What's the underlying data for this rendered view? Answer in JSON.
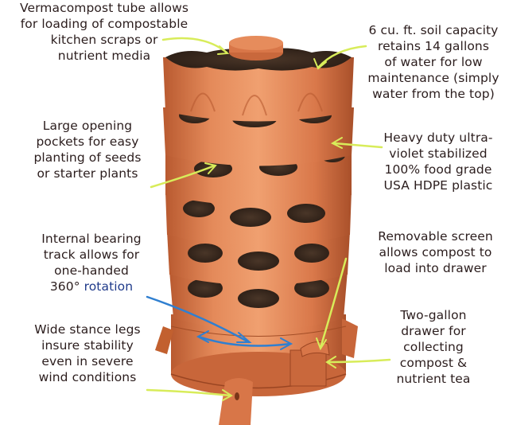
{
  "image": {
    "subject": "Vertical rotating composting garden tower with annotated features",
    "colors": {
      "plastic": "#d9784a",
      "plastic_dark": "#b85a30",
      "plastic_light": "#ee9a6c",
      "soil": "#3a2a20",
      "text": "#2b1d1d",
      "rotation_text": "#1f3a8a",
      "arrow_yellow": "#d8ec5a",
      "arrow_blue": "#2f7fd0"
    }
  },
  "callouts": {
    "vermicompost": {
      "lines": [
        "Vermacompost tube allows",
        "for loading of compostable",
        "kitchen scraps or",
        "nutrient media"
      ]
    },
    "soil_capacity": {
      "lines": [
        "6 cu. ft. soil capacity",
        "retains 14 gallons",
        "of water for low",
        "maintenance (simply",
        "water from the top)"
      ]
    },
    "pockets": {
      "lines": [
        "Large opening",
        "pockets for easy",
        "planting of seeds",
        "or starter plants"
      ]
    },
    "plastic": {
      "lines": [
        "Heavy duty ultra-",
        "violet stabilized",
        "100% food grade",
        "USA HDPE plastic"
      ]
    },
    "bearing": {
      "lines": [
        "Internal bearing",
        "track allows for",
        "one-handed"
      ],
      "last_prefix": "360°",
      "last_highlight": "rotation"
    },
    "screen": {
      "lines": [
        "Removable screen",
        "allows compost to",
        "load into drawer"
      ]
    },
    "legs": {
      "lines": [
        "Wide stance legs",
        "insure stability",
        "even in severe",
        "wind conditions"
      ]
    },
    "drawer": {
      "lines": [
        "Two-gallon",
        "drawer for",
        "collecting",
        "compost &",
        "nutrient tea"
      ]
    }
  }
}
